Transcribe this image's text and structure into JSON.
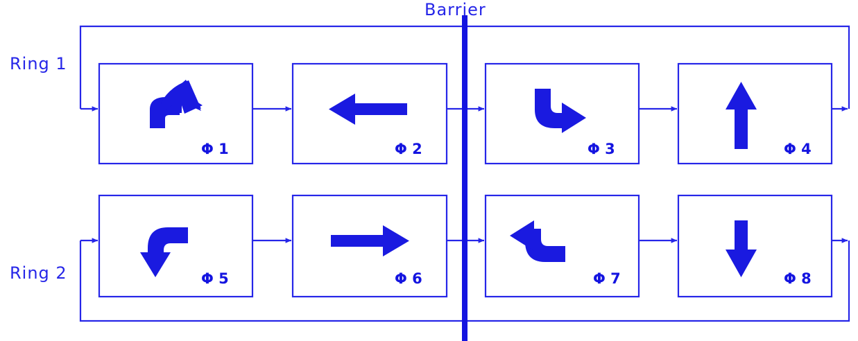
{
  "diagram": {
    "title_labels": {
      "barrier": "Barrier",
      "ring1": "Ring 1",
      "ring2": "Ring 2"
    },
    "colors": {
      "line": "#2626e8",
      "arrow_fill": "#1414e0",
      "barrier": "#1414e0",
      "background": "#ffffff"
    },
    "rings": [
      {
        "name": "Ring 1",
        "phases": [
          {
            "label": "Φ 1",
            "movement": "left-to-up-curve",
            "icon": "curved-arrow-up-icon"
          },
          {
            "label": "Φ 2",
            "movement": "straight-left",
            "icon": "arrow-left-icon"
          },
          {
            "label": "Φ 3",
            "movement": "down-to-right-curve",
            "icon": "curved-arrow-right-icon"
          },
          {
            "label": "Φ 4",
            "movement": "straight-up",
            "icon": "arrow-up-icon"
          }
        ]
      },
      {
        "name": "Ring 2",
        "phases": [
          {
            "label": "Φ 5",
            "movement": "right-to-down-curve",
            "icon": "curved-arrow-down-icon"
          },
          {
            "label": "Φ 6",
            "movement": "straight-right",
            "icon": "arrow-right-icon"
          },
          {
            "label": "Φ 7",
            "movement": "up-to-left-curve",
            "icon": "curved-arrow-left-icon"
          },
          {
            "label": "Φ 8",
            "movement": "straight-down",
            "icon": "arrow-down-icon"
          }
        ]
      }
    ]
  }
}
